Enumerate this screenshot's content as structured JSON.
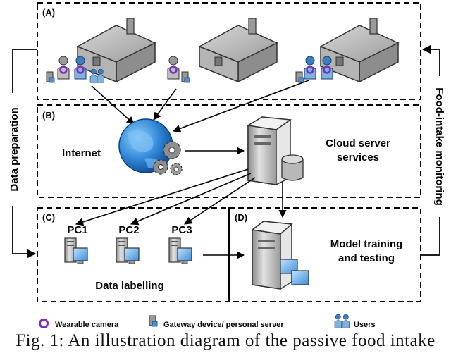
{
  "panels": {
    "a": "(A)",
    "b": "(B)",
    "c": "(C)",
    "d": "(D)"
  },
  "labels": {
    "internet": "Internet",
    "cloud_line1": "Cloud server",
    "cloud_line2": "services",
    "pc1": "PC1",
    "pc2": "PC2",
    "pc3": "PC3",
    "data_labelling": "Data labelling",
    "model_line1": "Model training",
    "model_line2": "and testing",
    "data_preparation": "Data preparation",
    "food_intake_monitoring": "Food-intake monitoring"
  },
  "legend": {
    "wearable_camera": "Wearable camera",
    "gateway": "Gateway device/ personal server",
    "users": "Users"
  },
  "caption": "Fig. 1: An illustration diagram of the passive food intake",
  "colors": {
    "camera_ring": "#7b2fbf",
    "person_blue": "#3d7fc1",
    "globe_blue": "#1f6fc0",
    "house_gray": "#a8a8a8",
    "server_gray": "#c9c9c9"
  }
}
